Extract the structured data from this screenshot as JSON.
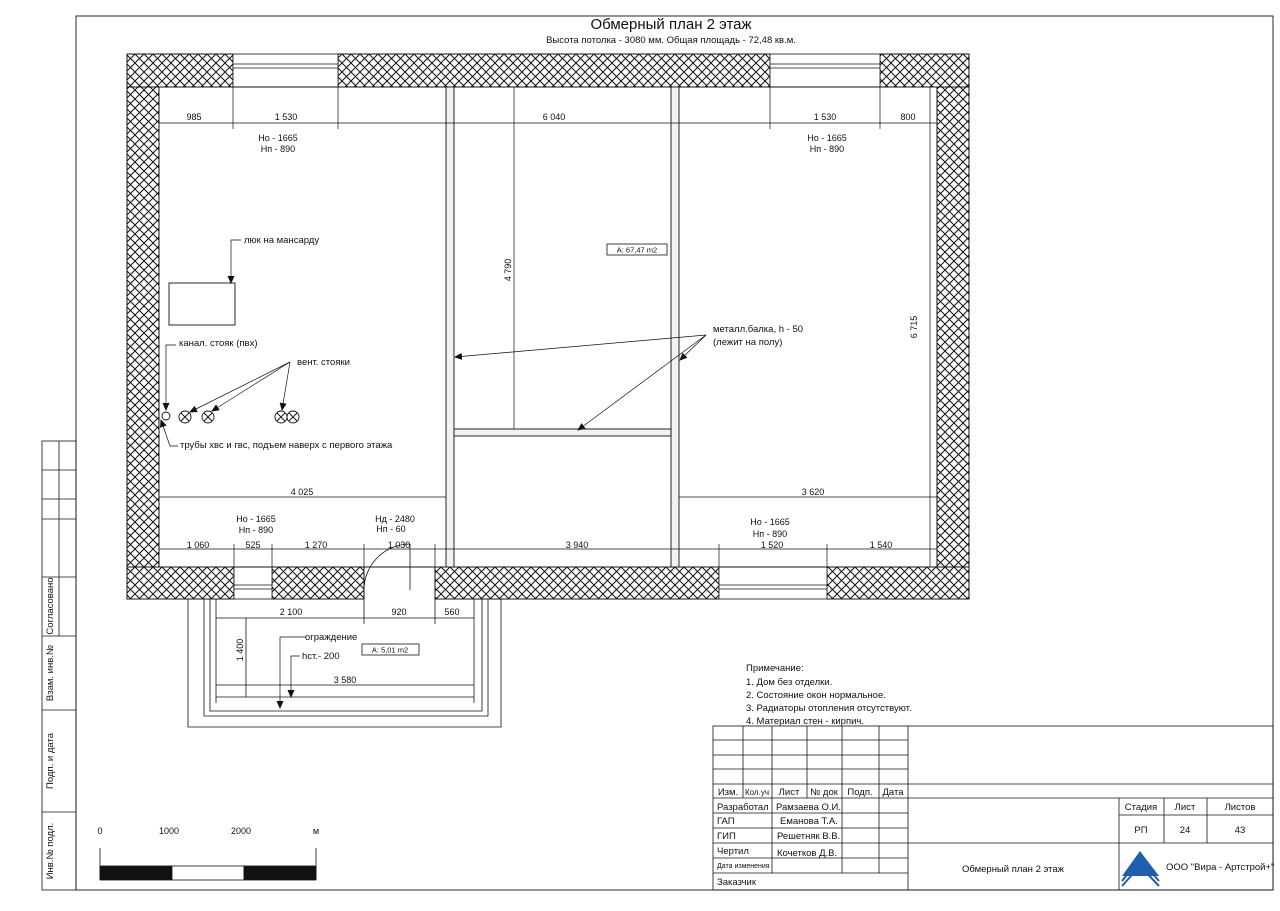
{
  "title": {
    "main": "Обмерный план 2 этаж",
    "sub": "Высота потолка - 3080 мм. Общая площадь - 72,48 кв.м."
  },
  "top_dims": [
    "985",
    "1 530",
    "6 040",
    "1 530",
    "800"
  ],
  "bottom_dims": [
    "1 060",
    "525",
    "1 270",
    "1 030",
    "3 940",
    "1 520",
    "1 540"
  ],
  "mid_dims": [
    "4 025",
    "3 620"
  ],
  "vertical_dims": [
    "4 790",
    "6 715",
    "1 400"
  ],
  "balcony_dims": [
    "2 100",
    "920",
    "560",
    "3 580"
  ],
  "windows": [
    {
      "no": "Но - 1665",
      "np": "Нп - 890"
    },
    {
      "no": "Но - 1665",
      "np": "Нп - 890"
    },
    {
      "no": "Но - 1665",
      "np": "Нп - 890"
    },
    {
      "no": "Но - 1665",
      "np": "Нп - 890"
    }
  ],
  "door": {
    "nd": "Нд - 2480",
    "np": "Нп - 60"
  },
  "areas": [
    "А: 67,47 m2",
    "А: 5,01 m2"
  ],
  "labels": {
    "hatch": "люк на мансарду",
    "sewer": "канал. стояк (пвх)",
    "vent": "вент. стояки",
    "pipes": "трубы хвс и гвс, подъем наверх с первого этажа",
    "beam1": "металл.балка, h - 50",
    "beam2": "(лежит на полу)",
    "fence": "ограждение",
    "hst": "hст.- 200"
  },
  "notes": {
    "heading": "Примечание:",
    "items": [
      "1. Дом без отделки.",
      "2. Состояние окон нормальное.",
      "3. Радиаторы отопления отсутствуют.",
      "4. Материал стен - кирпич."
    ]
  },
  "scale": {
    "labels": [
      "0",
      "1000",
      "2000",
      "м"
    ]
  },
  "side_stamp": [
    "Согласовано",
    "Взам. инв.№",
    "Подп. и дата",
    "Инв.№ подл."
  ],
  "title_block": {
    "headers": [
      "Изм.",
      "Кол.уч",
      "Лист",
      "№ док",
      "Подп.",
      "Дата"
    ],
    "rows": [
      {
        "role": "Разработал",
        "name": "Рамзаева О.И."
      },
      {
        "role": "ГАП",
        "name": "Еманова Т.А."
      },
      {
        "role": "ГИП",
        "name": "Решетняк В.В."
      },
      {
        "role": "Чертил",
        "name": "Кочетков Д.В."
      },
      {
        "role": "Дата изменения",
        "name": ""
      },
      {
        "role": "Заказчик",
        "name": ""
      }
    ],
    "stage_h": "Стадия",
    "sheet_h": "Лист",
    "sheets_h": "Листов",
    "stage": "РП",
    "sheet": "24",
    "sheets": "43",
    "drawing_title": "Обмерный план 2 этаж",
    "company": "ООО \"Вира - Артстрой+\""
  },
  "colors": {
    "line": "#111111",
    "logo": "#1f5fb0"
  }
}
